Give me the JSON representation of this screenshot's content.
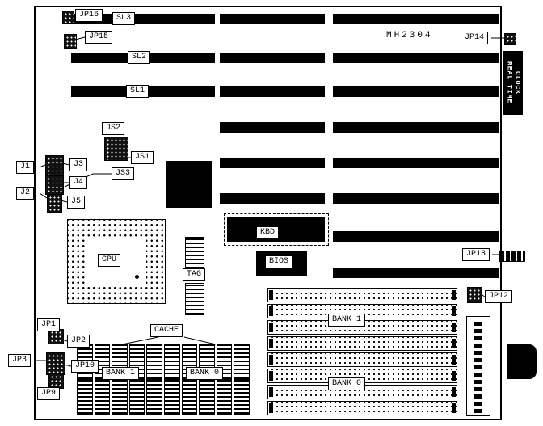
{
  "colors": {
    "ink": "#000000",
    "paper": "#ffffff"
  },
  "board": {
    "model": "MH2304",
    "rtc_line1": "REAL TIME",
    "rtc_line2": "CLOCK"
  },
  "slots": {
    "sl3": "SL3",
    "sl2": "SL2",
    "sl1": "SL1"
  },
  "jumpers": {
    "jp16": "JP16",
    "jp15": "JP15",
    "jp14": "JP14",
    "jp13": "JP13",
    "jp12": "JP12",
    "jp1": "JP1",
    "jp2": "JP2",
    "jp3": "JP3",
    "jp10": "JP10",
    "jp9": "JP9",
    "j1": "J1",
    "j2": "J2",
    "j3": "J3",
    "j4": "J4",
    "j5": "J5",
    "js1": "JS1",
    "js2": "JS2",
    "js3": "JS3"
  },
  "chips": {
    "cpu": "CPU",
    "tag": "TAG",
    "kbd": "KBD",
    "bios": "BIOS"
  },
  "memory": {
    "cache": "CACHE",
    "cache_bank1": "BANK 1",
    "cache_bank0": "BANK 0",
    "simm_bank1": "BANK 1",
    "simm_bank0": "BANK 0"
  }
}
